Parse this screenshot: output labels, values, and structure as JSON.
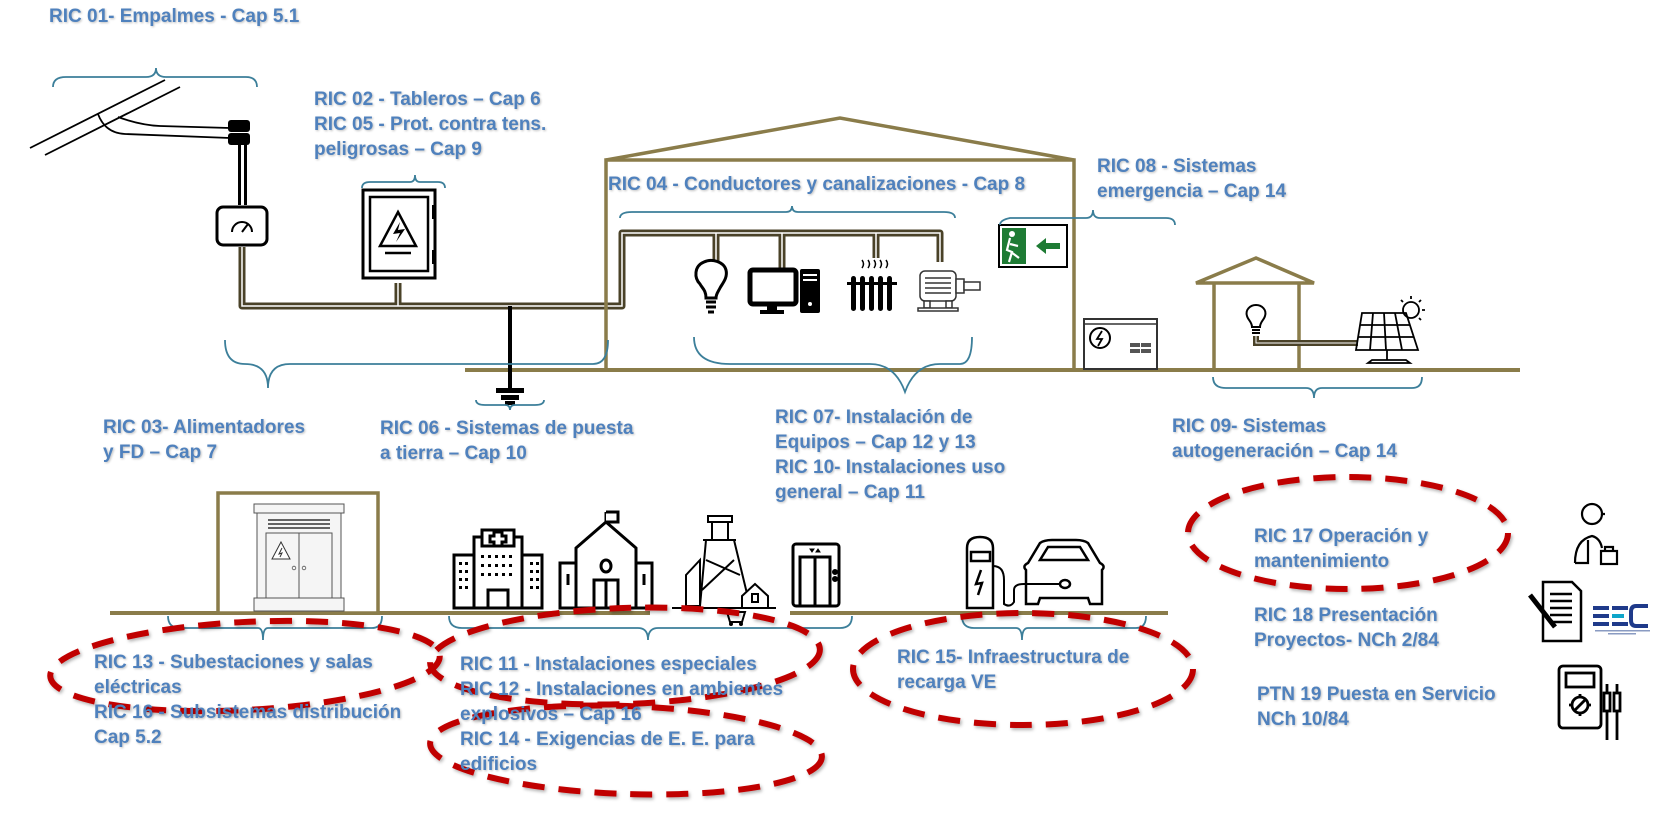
{
  "diagram": {
    "title": "RIC electrical installation regulations overview",
    "colors": {
      "label_text": "#4f81bd",
      "brace": "#3c7f9a",
      "structure": "#8a7c4a",
      "conductor": "#4a4228",
      "highlight_ellipse": "#c00000",
      "icon": "#000000",
      "exit_sign": "#1e7b34",
      "sec_logo": "#1f3a8a"
    },
    "labels": {
      "ric01": [
        "RIC 01- Empalmes - Cap 5.1"
      ],
      "ric02_05": [
        "RIC 02 - Tableros – Cap 6",
        "RIC 05 - Prot. contra tens.",
        "peligrosas – Cap 9"
      ],
      "ric04": [
        "RIC 04 - Conductores y canalizaciones - Cap 8"
      ],
      "ric08": [
        "RIC 08 - Sistemas",
        "emergencia – Cap 14"
      ],
      "ric03": [
        "RIC 03- Alimentadores",
        "y FD – Cap 7"
      ],
      "ric06": [
        "RIC 06 - Sistemas de puesta",
        "a tierra – Cap 10"
      ],
      "ric07_10": [
        "RIC 07- Instalación de",
        "Equipos – Cap 12 y 13",
        "RIC 10- Instalaciones uso",
        "general – Cap 11"
      ],
      "ric09": [
        "RIC 09- Sistemas",
        "autogeneración – Cap 14"
      ],
      "ric17": [
        "RIC 17 Operación y",
        "mantenimiento"
      ],
      "ric18": [
        "RIC 18 Presentación",
        "Proyectos- NCh 2/84"
      ],
      "ptn19": [
        "PTN 19 Puesta en Servicio",
        "NCh 10/84"
      ],
      "ric13_16": [
        "RIC 13 - Subestaciones y salas",
        "eléctricas",
        "RIC 16 - Subsistemas distribución",
        "Cap 5.2"
      ],
      "ric11_12_14": [
        "RIC 11 - Instalaciones especiales",
        "RIC 12 - Instalaciones en ambientes",
        "explosivos – Cap 16",
        "RIC 14 - Exigencias de E. E. para",
        "edificios"
      ],
      "ric15": [
        "RIC 15- Infraestructura de",
        "recarga VE"
      ]
    },
    "logo": {
      "text": "SEC"
    },
    "highlighted_sections": [
      "RIC 13",
      "RIC 11",
      "RIC 14",
      "RIC 15",
      "RIC 17"
    ]
  }
}
